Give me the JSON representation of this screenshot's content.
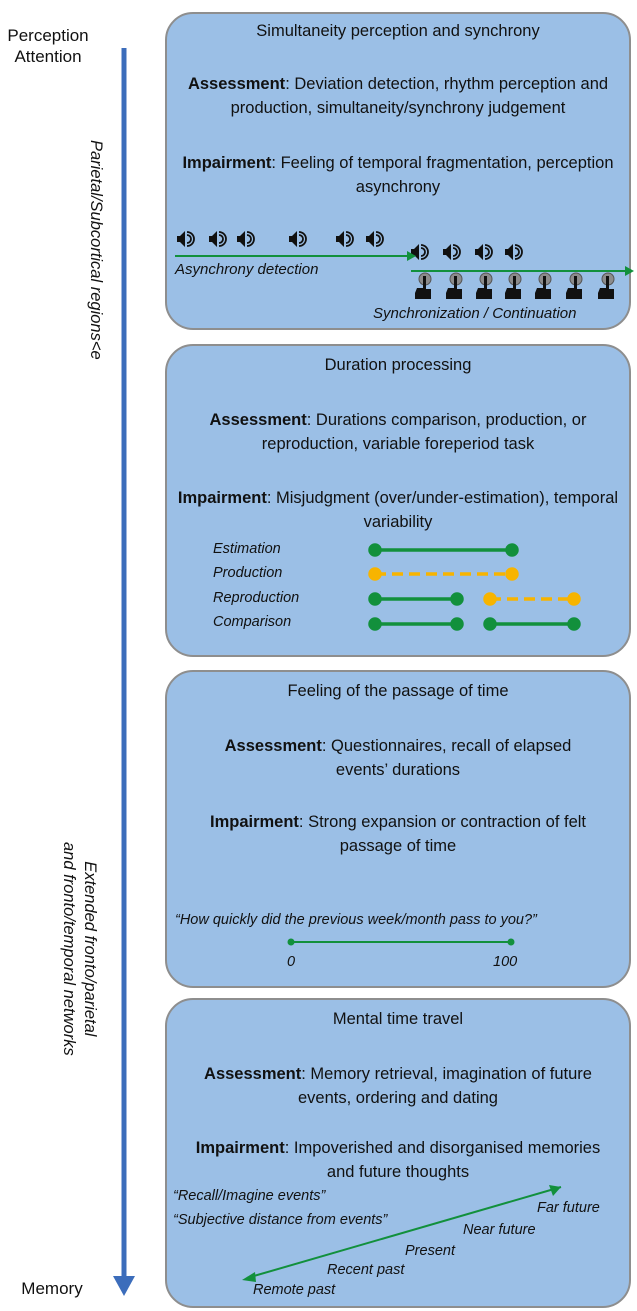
{
  "axis": {
    "top_label_1": "Perception",
    "top_label_2": "Attention",
    "bottom_label": "Memory",
    "upper_region": "Parietal/Subcortical regions<e",
    "lower_region_1": "Extended fronto/parietal",
    "lower_region_2": "and fronto/temporal networks"
  },
  "colors": {
    "box": "#9bbfe6",
    "border": "#8e8e8e",
    "axis_arrow": "#3c6dbb",
    "green": "#12903c",
    "yellow": "#f7b400"
  },
  "boxes": [
    {
      "title": "Simultaneity perception and synchrony",
      "assessment_label": "Assessment",
      "assessment_text": ": Deviation detection, rhythm perception and production, simultaneity/synchrony judgement",
      "impairment_label": "Impairment",
      "impairment_text": ": Feeling of temporal fragmentation, perception asynchrony",
      "asynchrony_label": "Asynchrony detection",
      "synchronization_label": "Synchronization / Continuation",
      "icons": [
        "speaker-icon",
        "hand-tap-icon"
      ]
    },
    {
      "title": "Duration processing",
      "assessment_label": "Assessment",
      "assessment_text": ": Durations comparison, production, or reproduction, variable foreperiod task",
      "impairment_label": "Impairment",
      "impairment_text": ": Misjudgment (over/under-estimation), temporal variability",
      "tasks": [
        "Estimation",
        "Production",
        "Reproduction",
        "Comparison"
      ]
    },
    {
      "title": "Feeling of the passage of time",
      "assessment_label": "Assessment",
      "assessment_text": ": Questionnaires, recall of elapsed events’ durations",
      "impairment_label": "Impairment",
      "impairment_text": ": Strong expansion or contraction of felt passage of time",
      "question": "“How quickly did the previous week/month pass to you?”",
      "scale_min": "0",
      "scale_max": "100"
    },
    {
      "title": "Mental time travel",
      "assessment_label": "Assessment",
      "assessment_text": ": Memory retrieval, imagination of future events, ordering and dating",
      "impairment_label": "Impairment",
      "impairment_text": ": Impoverished and disorganised memories and future thoughts",
      "prompt_1": "“Recall/Imagine events”",
      "prompt_2": "“Subjective distance from events”",
      "timeline": [
        "Far future",
        "Near future",
        "Present",
        "Recent past",
        "Remote past"
      ]
    }
  ]
}
